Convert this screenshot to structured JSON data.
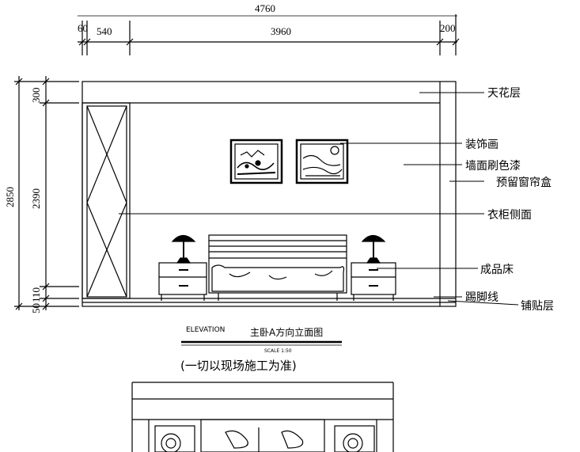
{
  "dimensions": {
    "total_width": "4760",
    "seg_left_small": "60",
    "seg_left": "540",
    "seg_mid": "3960",
    "seg_right": "200",
    "height_total": "2850",
    "height_mid": "2390",
    "height_top": "300",
    "height_bottom_a": "110",
    "height_bottom_b": "50"
  },
  "labels": {
    "ceiling": "天花层",
    "painting": "装饰画",
    "wall_paint": "墙面刷色漆",
    "curtain_box": "预留窗帘盒",
    "wardrobe_side": "衣柜侧面",
    "bed": "成品床",
    "skirting": "踢脚线",
    "tiling": "铺贴层"
  },
  "title": {
    "elevation": "ELEVATION",
    "name": "主卧A方向立面图",
    "scale": "SCALE 1:50",
    "note": "(一切以现场施工为准)"
  }
}
